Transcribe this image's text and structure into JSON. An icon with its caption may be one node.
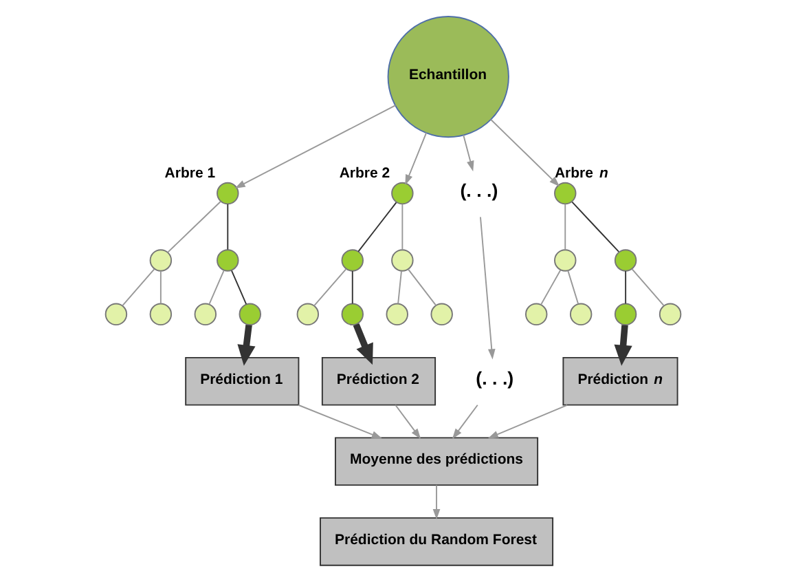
{
  "diagram": {
    "nodes": [
      {
        "text": [
          "Echantillon"
        ]
      },
      {
        "text": [],
        "shape": "circle",
        "beside": [
          "Arbre 1"
        ]
      },
      {
        "text": [],
        "shape": "circle"
      },
      {
        "text": [],
        "shape": "circle"
      },
      {
        "text": [],
        "shape": "circle"
      },
      {
        "text": [],
        "shape": "circle"
      },
      {
        "text": [],
        "shape": "circle"
      },
      {
        "text": [],
        "shape": "circle"
      },
      {
        "text": [],
        "shape": "circle",
        "beside": [
          "Arbre 2"
        ]
      },
      {
        "text": [],
        "shape": "circle"
      },
      {
        "text": [],
        "shape": "circle"
      },
      {
        "text": [],
        "shape": "circle"
      },
      {
        "text": [],
        "shape": "circle"
      },
      {
        "text": [],
        "shape": "circle"
      },
      {
        "text": [],
        "shape": "circle"
      },
      {
        "text": [
          "(. . .)"
        ]
      },
      {
        "text": [],
        "shape": "circle",
        "beside": [
          "Arbre *n*"
        ]
      },
      {
        "text": [],
        "shape": "circle"
      },
      {
        "text": [],
        "shape": "circle"
      },
      {
        "text": [],
        "shape": "circle"
      },
      {
        "text": [],
        "shape": "circle"
      },
      {
        "text": [],
        "shape": "circle"
      },
      {
        "text": [],
        "shape": "circle"
      },
      {
        "text": [
          "Prédiction 1"
        ]
      },
      {
        "text": [
          "Prédiction 2"
        ]
      },
      {
        "text": [
          "(. . .)"
        ]
      },
      {
        "text": [
          "Prédiction *n*"
        ]
      },
      {
        "text": [
          "Moyenne des prédictions"
        ]
      },
      {
        "text": [
          "Prédiction du Random Forest"
        ]
      }
    ],
    "edges": [
      {
        "from": 0,
        "to": 1,
        "arrow": "to"
      },
      {
        "from": 0,
        "to": 8,
        "arrow": "to"
      },
      {
        "from": 0,
        "to": 15,
        "arrow": "to"
      },
      {
        "from": 0,
        "to": 16,
        "arrow": "to"
      },
      {
        "from": 1,
        "to": 2,
        "arrow": "none"
      },
      {
        "from": 1,
        "to": 3,
        "arrow": "none",
        "color": "#333333"
      },
      {
        "from": 2,
        "to": 4,
        "arrow": "none"
      },
      {
        "from": 2,
        "to": 5,
        "arrow": "none"
      },
      {
        "from": 3,
        "to": 6,
        "arrow": "none"
      },
      {
        "from": 3,
        "to": 7,
        "arrow": "none",
        "color": "#333333"
      },
      {
        "from": 8,
        "to": 9,
        "arrow": "none",
        "color": "#333333"
      },
      {
        "from": 8,
        "to": 10,
        "arrow": "none"
      },
      {
        "from": 9,
        "to": 11,
        "arrow": "none"
      },
      {
        "from": 9,
        "to": 12,
        "arrow": "none",
        "color": "#333333"
      },
      {
        "from": 10,
        "to": 13,
        "arrow": "none"
      },
      {
        "from": 10,
        "to": 14,
        "arrow": "none"
      },
      {
        "from": 16,
        "to": 17,
        "arrow": "none"
      },
      {
        "from": 16,
        "to": 18,
        "arrow": "none",
        "color": "#333333"
      },
      {
        "from": 17,
        "to": 19,
        "arrow": "none"
      },
      {
        "from": 17,
        "to": 20,
        "arrow": "none"
      },
      {
        "from": 18,
        "to": 21,
        "arrow": "none",
        "color": "#333333"
      },
      {
        "from": 18,
        "to": 22,
        "arrow": "none"
      },
      {
        "from": 7,
        "to": 23,
        "arrow": "to",
        "style": "thick",
        "color": "#333333"
      },
      {
        "from": 12,
        "to": 24,
        "arrow": "to",
        "style": "thick",
        "color": "#333333"
      },
      {
        "from": 15,
        "to": 25,
        "arrow": "to"
      },
      {
        "from": 21,
        "to": 26,
        "arrow": "to",
        "style": "thick",
        "color": "#333333"
      },
      {
        "from": 23,
        "to": 27,
        "arrow": "to"
      },
      {
        "from": 24,
        "to": 27,
        "arrow": "to"
      },
      {
        "from": 25,
        "to": 27,
        "arrow": "to"
      },
      {
        "from": 26,
        "to": 27,
        "arrow": "to"
      },
      {
        "from": 27,
        "to": 28,
        "arrow": "to"
      }
    ]
  }
}
